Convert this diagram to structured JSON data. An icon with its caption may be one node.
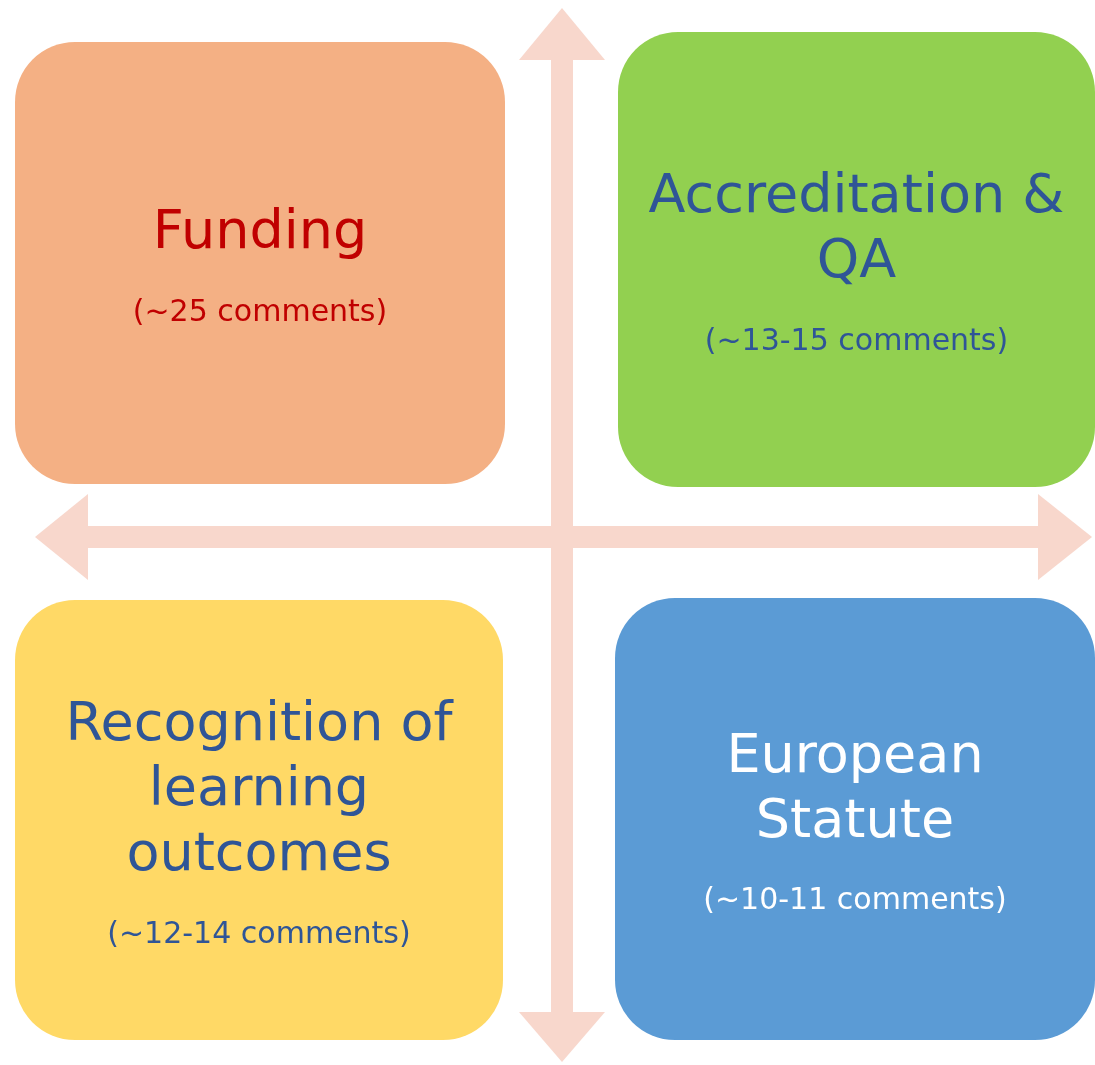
{
  "diagram": {
    "nodes": [
      {
        "text": [
          "Funding",
          "(~25 comments)"
        ]
      },
      {
        "text": [
          "Accreditation & QA",
          "(~13-15 comments)"
        ]
      },
      {
        "text": [
          "Recognition of learning outcomes",
          "(~12-14 comments)"
        ]
      },
      {
        "text": [
          "European Statute",
          "(~10-11 comments)"
        ]
      }
    ]
  }
}
